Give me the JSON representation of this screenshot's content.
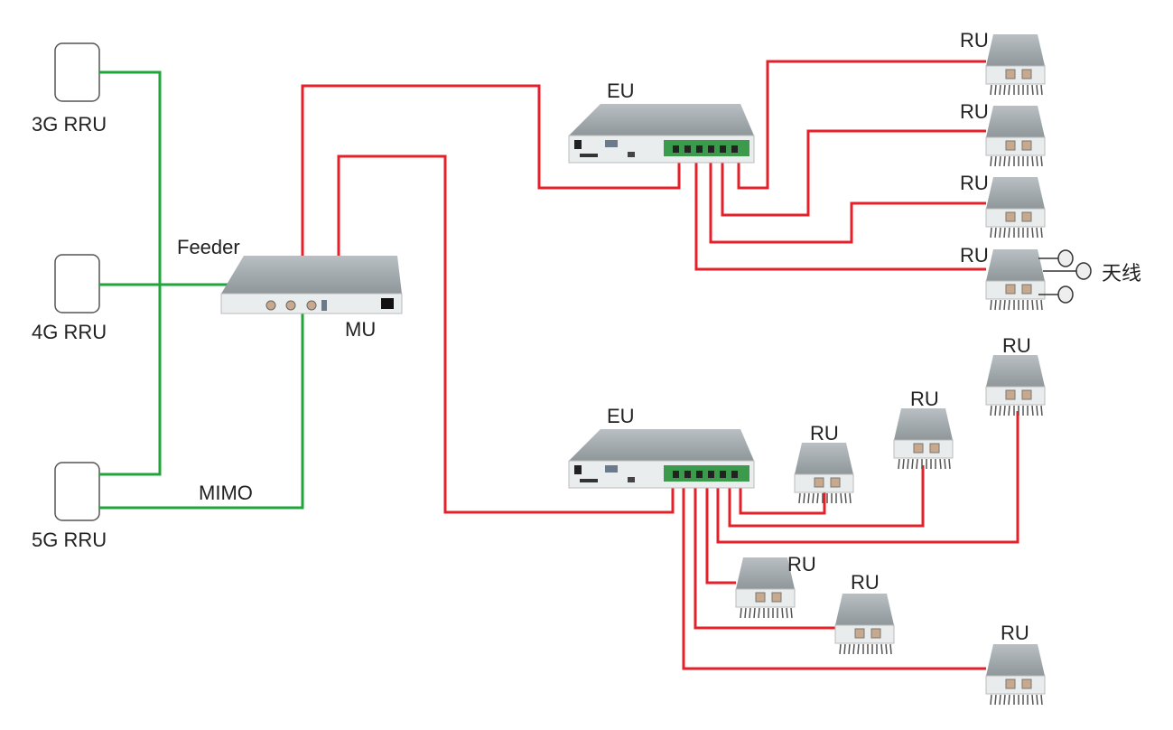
{
  "labels": {
    "rru_3g": "3G RRU",
    "rru_4g": "4G RRU",
    "rru_5g": "5G RRU",
    "feeder": "Feeder",
    "mimo": "MIMO",
    "mu": "MU",
    "eu": "EU",
    "ru": "RU",
    "antenna": "天线"
  },
  "colors": {
    "fiber": "#e4202a",
    "feeder": "#1fa53a"
  }
}
